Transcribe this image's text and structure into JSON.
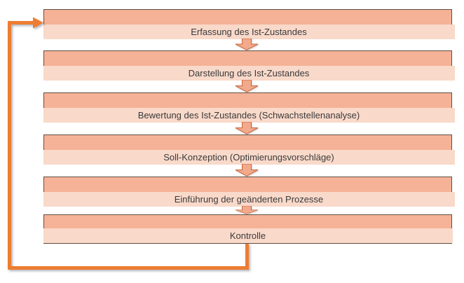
{
  "diagram": {
    "steps": [
      {
        "label": "Erfassung des Ist-Zustandes"
      },
      {
        "label": "Darstellung des Ist-Zustandes"
      },
      {
        "label": "Bewertung des Ist-Zustandes (Schwachstellenanalyse)"
      },
      {
        "label": "Soll-Konzeption (Optimierungsvorschläge)"
      },
      {
        "label": "Einführung der geänderten Prozesse"
      },
      {
        "label": "Kontrolle"
      }
    ],
    "connectors": {
      "between_steps": "down-block-arrow",
      "feedback": "loop from Kontrolle back to Erfassung des Ist-Zustandes"
    },
    "colors": {
      "accent": "#ED7D31",
      "band_dark": "#F5B297",
      "band_light": "#F9D9CA",
      "box_border": "#5C4F45",
      "arrow_fill": "#F2A98C",
      "arrow_stroke": "#C9683C",
      "text": "#3A3A3A"
    }
  }
}
